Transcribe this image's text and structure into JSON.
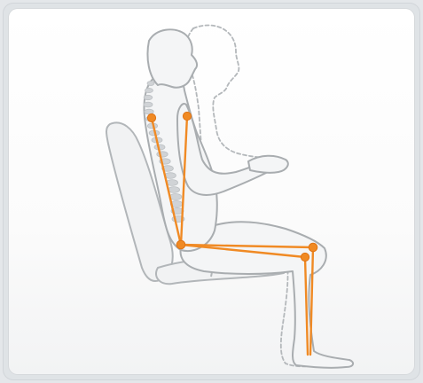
{
  "illustration": {
    "subject": "posture-comparison",
    "figures": [
      "reclined-seated-figure",
      "upright-ghost-figure"
    ],
    "colors": {
      "body_outline": "#a9adb0",
      "body_fill": "#f4f5f6",
      "ghost_outline": "#b4b8bb",
      "spine": "#c4c7ca",
      "chair": "#b2b6b9",
      "posture_lines": "#f08a24"
    }
  }
}
